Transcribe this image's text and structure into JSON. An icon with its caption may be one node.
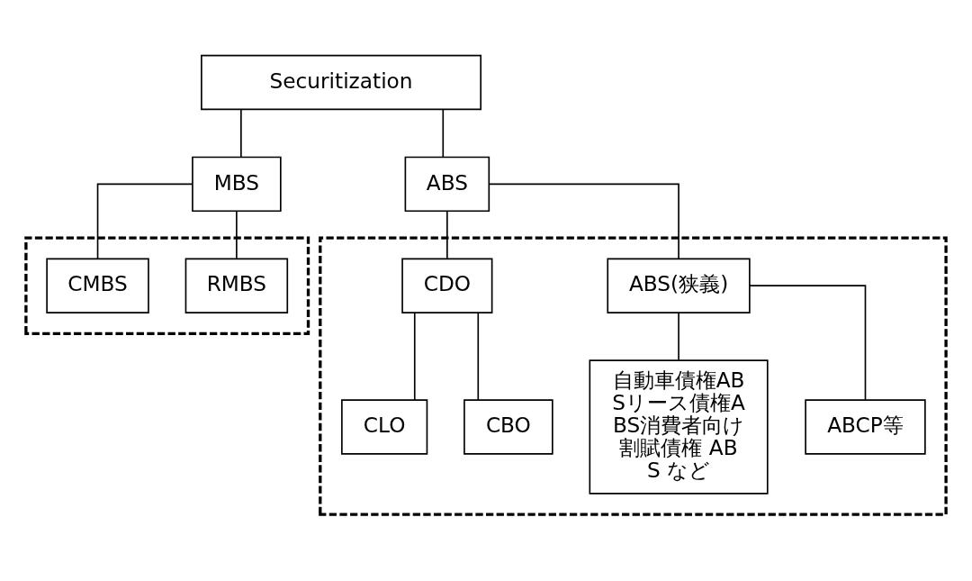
{
  "diagram": {
    "nodes": [
      {
        "text": [
          "Securitization"
        ]
      },
      {
        "text": [
          "MBS"
        ]
      },
      {
        "text": [
          "ABS"
        ]
      },
      {
        "text": [],
        "shape": "box"
      },
      {
        "text": [
          "RMBS"
        ],
        "in": 3
      },
      {
        "text": [
          "CMBS"
        ],
        "in": 3
      },
      {
        "text": [],
        "shape": "box"
      },
      {
        "text": [
          "ABS(狭義)"
        ],
        "in": 6
      },
      {
        "text": [
          "CDO"
        ],
        "in": 6
      },
      {
        "text": [
          "自動車債権ABSリース債権ABS消費者向け割賦債権 ABS など"
        ],
        "in": 6
      },
      {
        "text": [
          "ABCP等"
        ],
        "in": 6
      },
      {
        "text": [
          "CLO"
        ],
        "in": 6
      },
      {
        "text": [
          "CBO"
        ],
        "in": 6
      }
    ],
    "edges": [
      {
        "from": 0,
        "to": 1,
        "arrow": "none"
      },
      {
        "from": 0,
        "to": 2,
        "arrow": "none"
      },
      {
        "from": 1,
        "to": 4,
        "arrow": "none"
      },
      {
        "from": 1,
        "to": 5,
        "arrow": "none"
      },
      {
        "from": 2,
        "to": 7,
        "arrow": "none"
      },
      {
        "from": 2,
        "to": 8,
        "arrow": "none"
      },
      {
        "from": 7,
        "to": 9,
        "arrow": "none"
      },
      {
        "from": 7,
        "to": 10,
        "arrow": "none"
      },
      {
        "from": 8,
        "to": 11,
        "arrow": "none"
      },
      {
        "from": 8,
        "to": 12,
        "arrow": "none"
      }
    ]
  }
}
